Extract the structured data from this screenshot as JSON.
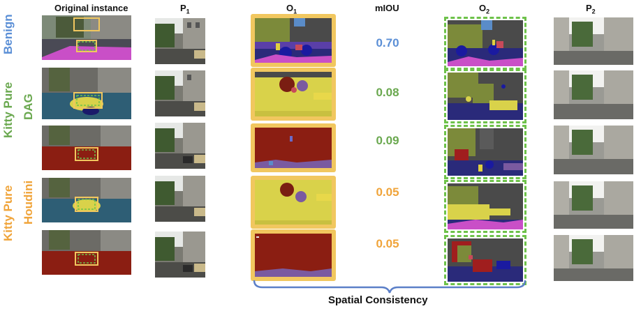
{
  "headers": {
    "original": "Original instance",
    "p1_base": "P",
    "p1_sub": "1",
    "o1_base": "O",
    "o1_sub": "1",
    "miou": "mIOU",
    "o2_base": "O",
    "o2_sub": "2",
    "p2_base": "P",
    "p2_sub": "2"
  },
  "side_labels": {
    "benign": "Benign",
    "kitty_pure_1": "Kitty Pure",
    "dag": "DAG",
    "kitty_pure_2": "Kitty Pure",
    "houdini": "Houdini"
  },
  "rows": [
    {
      "miou": "0.70",
      "miou_color": "#5b8fd6"
    },
    {
      "miou": "0.08",
      "miou_color": "#6aa84f"
    },
    {
      "miou": "0.09",
      "miou_color": "#6aa84f"
    },
    {
      "miou": "0.05",
      "miou_color": "#f0a43a"
    },
    {
      "miou": "0.05",
      "miou_color": "#f0a43a"
    }
  ],
  "caption": "Spatial  Consistency",
  "colors": {
    "blue_label": "#5b8fd6",
    "green_label": "#6aa84f",
    "orange_label": "#f0a43a",
    "o1_frame": "#f1c75f",
    "o2_frame": "#6ec24a",
    "brace": "#5b7fc8"
  }
}
